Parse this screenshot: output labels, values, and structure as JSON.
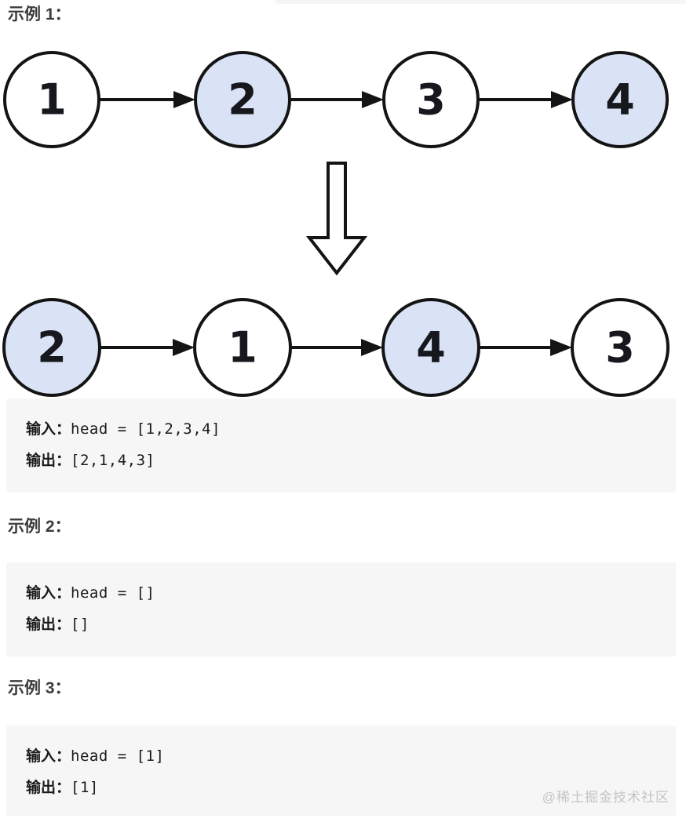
{
  "colors": {
    "page_bg": "#ffffff",
    "node_highlight_fill": "#d9e3f5",
    "node_default_fill": "#ffffff",
    "node_stroke": "#141414",
    "node_text": "#16181d",
    "arrow": "#141414",
    "code_block_bg": "#f6f6f7",
    "heading_text": "#3c3c3c",
    "code_text": "#1b1b1b",
    "watermark_text": "#c4c4c8"
  },
  "example1": {
    "heading": "示例 1：",
    "list_before": [
      {
        "value": "1",
        "highlight": false
      },
      {
        "value": "2",
        "highlight": true
      },
      {
        "value": "3",
        "highlight": false
      },
      {
        "value": "4",
        "highlight": true
      }
    ],
    "list_after": [
      {
        "value": "2",
        "highlight": true
      },
      {
        "value": "1",
        "highlight": false
      },
      {
        "value": "4",
        "highlight": true
      },
      {
        "value": "3",
        "highlight": false
      }
    ],
    "io": {
      "input_label": "输入：",
      "input_code": "head = [1,2,3,4]",
      "output_label": "输出：",
      "output_code": "[2,1,4,3]"
    }
  },
  "example2": {
    "heading": "示例 2：",
    "io": {
      "input_label": "输入：",
      "input_code": "head = []",
      "output_label": "输出：",
      "output_code": "[]"
    }
  },
  "example3": {
    "heading": "示例 3：",
    "io": {
      "input_label": "输入：",
      "input_code": "head = [1]",
      "output_label": "输出：",
      "output_code": "[1]"
    }
  },
  "icons": {
    "down_arrow": "transform-down-arrow-icon"
  },
  "watermark": "@稀土掘金技术社区"
}
